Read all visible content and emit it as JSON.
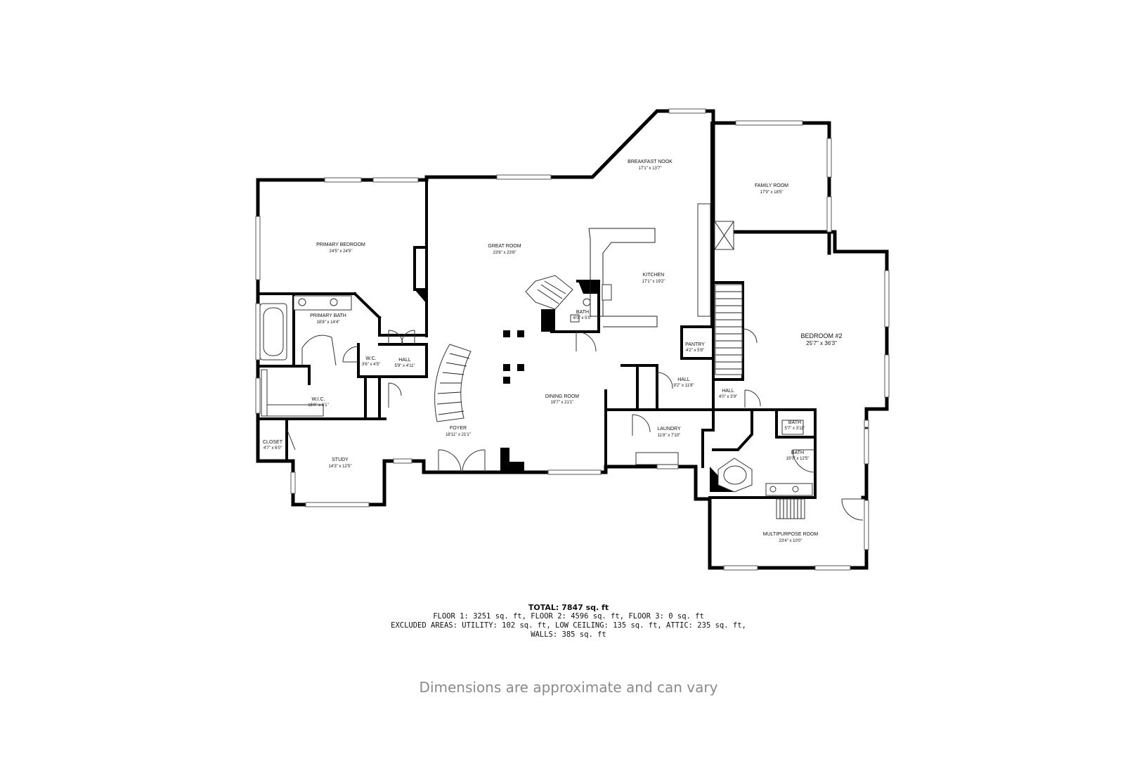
{
  "rooms": {
    "primary_bedroom": {
      "name": "PRIMARY BEDROOM",
      "dims": "24'5\" x 24'5\""
    },
    "great_room": {
      "name": "GREAT ROOM",
      "dims": "23'6\" x 23'8\""
    },
    "breakfast_nook": {
      "name": "BREAKFAST NOOK",
      "dims": "17'1\" x 13'7\""
    },
    "family_room": {
      "name": "FAMILY ROOM",
      "dims": "17'9\" x 18'5\""
    },
    "kitchen": {
      "name": "KITCHEN",
      "dims": "17'1\" x 19'2\""
    },
    "bath_kitchen": {
      "name": "BATH",
      "dims": "6'0\" x 5'0\""
    },
    "primary_bath": {
      "name": "PRIMARY BATH",
      "dims": "18'8\" x 14'4\""
    },
    "wc": {
      "name": "W.C.",
      "dims": "3'6\" x 4'5\""
    },
    "hall_1": {
      "name": "HALL",
      "dims": "5'9\" x 4'11\""
    },
    "pantry": {
      "name": "PANTRY",
      "dims": "4'2\" x 5'8\""
    },
    "bedroom_2": {
      "name": "BEDROOM #2",
      "dims": "25'7\" x 36'3\""
    },
    "hall_2": {
      "name": "HALL",
      "dims": "9'2\" x 11'8\""
    },
    "hall_3": {
      "name": "HALL",
      "dims": "4'0\" x 3'9\""
    },
    "wic": {
      "name": "W.I.C.",
      "dims": "15'0\" x 6'1\""
    },
    "dining_room": {
      "name": "DINING ROOM",
      "dims": "19'7\" x 21'1\""
    },
    "laundry": {
      "name": "LAUNDRY",
      "dims": "11'8\" x 7'10\""
    },
    "bath_small": {
      "name": "BATH",
      "dims": "5'7\" x 3'11\""
    },
    "closet": {
      "name": "CLOSET",
      "dims": "4'7\" x 6'0\""
    },
    "foyer": {
      "name": "FOYER",
      "dims": "18'11\" x 21'1\""
    },
    "bath_large": {
      "name": "BATH",
      "dims": "15'0\" x 12'5\""
    },
    "study": {
      "name": "STUDY",
      "dims": "14'3\" x 12'5\""
    },
    "multipurpose_room": {
      "name": "MULTIPURPOSE ROOM",
      "dims": "23'4\" x 10'0\""
    }
  },
  "totals": {
    "total": "TOTAL: 7847 sq. ft",
    "line1": "FLOOR 1: 3251 sq. ft, FLOOR 2: 4596 sq. ft, FLOOR 3: 0 sq. ft",
    "line2": "EXCLUDED AREAS: UTILITY: 102 sq. ft, LOW CEILING: 135 sq. ft, ATTIC: 235 sq. ft,",
    "line3": "WALLS: 385 sq. ft"
  },
  "disclaimer": "Dimensions are approximate and can vary"
}
